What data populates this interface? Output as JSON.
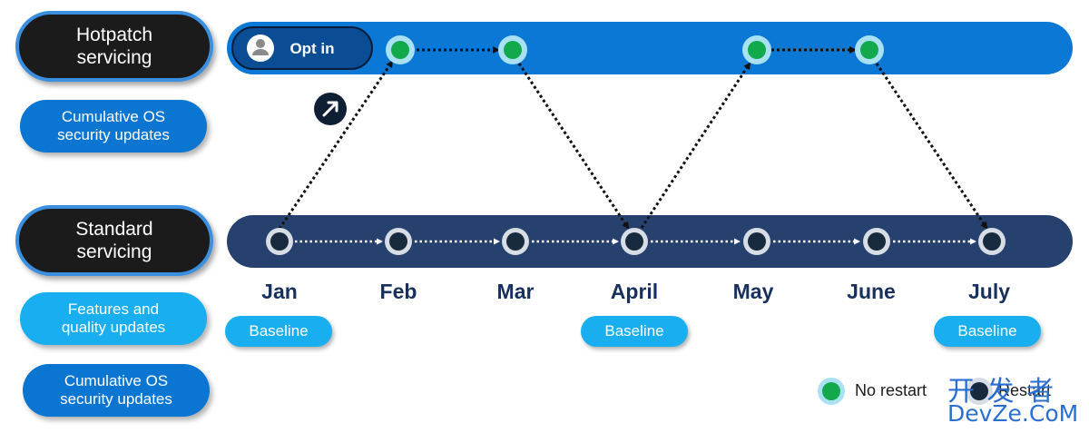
{
  "labels": {
    "hotpatch": [
      "Hotpatch",
      "servicing"
    ],
    "hotpatch_sub": [
      "Cumulative OS",
      "security updates"
    ],
    "standard": [
      "Standard",
      "servicing"
    ],
    "features": [
      "Features and",
      "quality updates"
    ],
    "standard_sub": [
      "Cumulative OS",
      "security updates"
    ]
  },
  "opt_in": "Opt in",
  "months": [
    "Jan",
    "Feb",
    "Mar",
    "April",
    "May",
    "June",
    "July"
  ],
  "baselines": [
    "Baseline",
    "Baseline",
    "Baseline"
  ],
  "legend": {
    "no_restart": "No restart",
    "restart": "Restart"
  },
  "watermark": {
    "line1": "开 发 者",
    "line2": "DevZe.CoM"
  },
  "colors": {
    "hotpatch_bar": "#0b78d6",
    "standard_bar": "#27416f",
    "green_dot": "#12a84c",
    "dark_dot": "#182a3d",
    "month_text": "#17305e"
  }
}
